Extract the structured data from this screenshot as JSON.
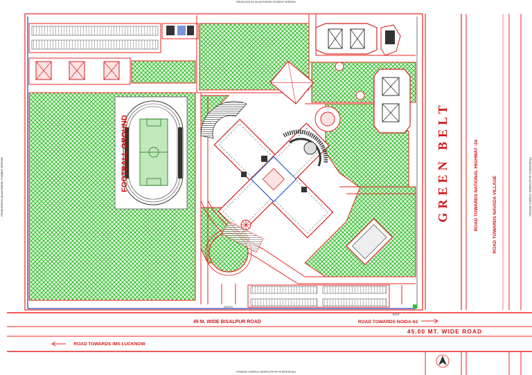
{
  "watermark": {
    "top": "PRODUCED BY AN AUTODESK STUDENT VERSION",
    "bottom": "PRODUCED BY AN AUTODESK STUDENT VERSION",
    "left": "PRODUCED BY AN AUTODESK STUDENT VERSION",
    "right": "PRODUCED BY AN AUTODESK STUDENT VERSION"
  },
  "labels": {
    "football": "FOOTBALL GROUND",
    "green_belt": "GREEN BELT",
    "nh24": "ROAD TOWARDS NATIONAL HIGHWAY -24",
    "navada": "ROAD TOWARDS NAVADA VILLAGE",
    "bisalpur": "45 M. WIDE  BISALPUR ROAD",
    "noida": "ROAD TOWARDS NOIDA-62",
    "road45": "45.00  MT. WIDE  ROAD",
    "ims": "ROAD TOWARDS IMS LUCKNOW",
    "exit": "EXIT",
    "entry": "ENTRY"
  },
  "colors": {
    "road": "#e8231f",
    "green": "#2fbf2a",
    "light_green": "#e6f7e3",
    "building": "#d21f1f",
    "pink": "#f9d7d7",
    "blue": "#2f5fd1",
    "text_red": "#d11717"
  }
}
